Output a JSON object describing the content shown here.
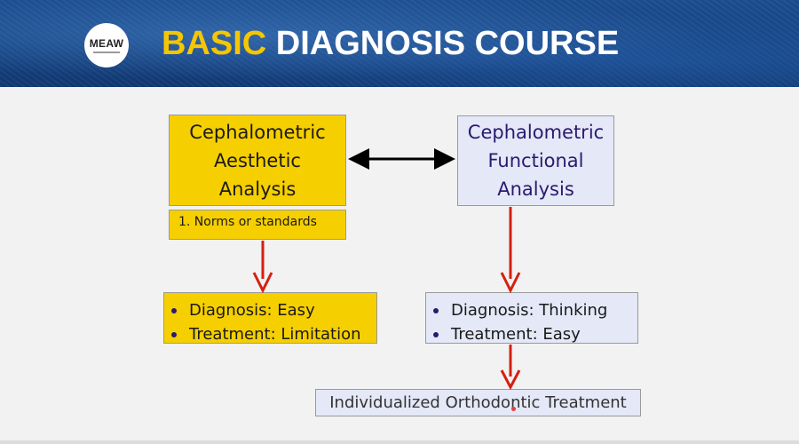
{
  "header": {
    "logo_text": "MEAW",
    "title_highlight": "BASIC",
    "title_rest": "DIAGNOSIS COURSE"
  },
  "diagram": {
    "aesthetic_box": {
      "line1": "Cephalometric",
      "line2": "Aesthetic",
      "line3": "Analysis"
    },
    "functional_box": {
      "line1": "Cephalometric",
      "line2": "Functional",
      "line3": "Analysis"
    },
    "norms_note": "1. Norms or standards",
    "aesthetic_results": [
      "Diagnosis: Easy",
      "Treatment: Limitation"
    ],
    "functional_results": [
      "Diagnosis: Thinking",
      "Treatment: Easy"
    ],
    "final_box": "Individualized Orthodontic Treatment"
  },
  "colors": {
    "header_blue": "#1c4f93",
    "title_yellow": "#f7c600",
    "box_yellow": "#f6cf00",
    "box_lavender": "#e4e8f7",
    "arrow_red": "#d42010",
    "text_purple": "#2a1a6e"
  }
}
